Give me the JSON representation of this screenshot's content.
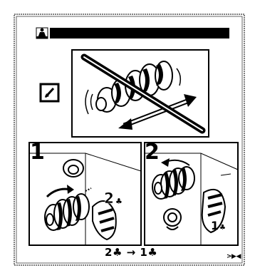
{
  "header_icon": "recycle-warning-icon",
  "panel_top_icon": "no-shaking-icon",
  "diagonal_icon": "pencil-square-icon",
  "steps": [
    {
      "number": "1"
    },
    {
      "number": "2"
    }
  ],
  "bottom_label": "2",
  "bottom_label_suffix": "→ 1",
  "corner_mark": ">▶◀"
}
